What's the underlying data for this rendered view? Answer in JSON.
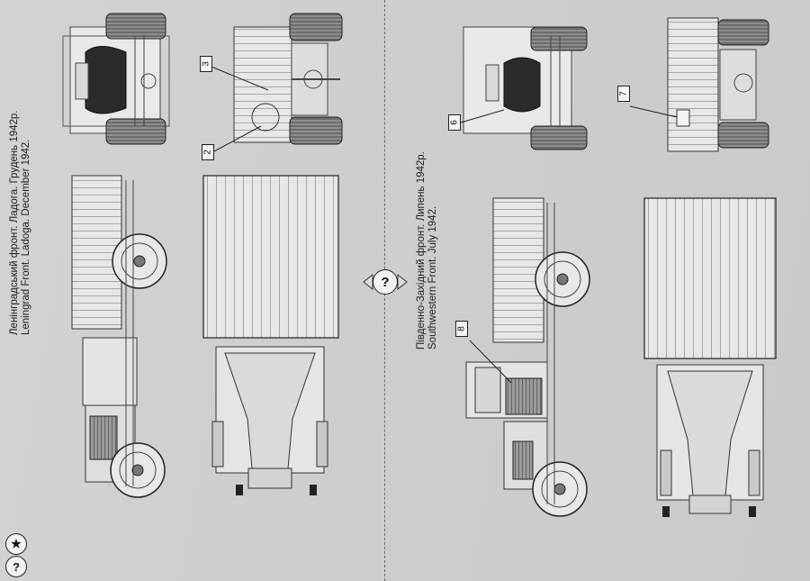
{
  "left_scheme": {
    "caption_ua": "Ленінградський фронт. Ладога. Грудень 1942р.",
    "caption_en": "Leningrad Front. Ladoga. December 1942.",
    "callouts": [
      "3",
      "2"
    ]
  },
  "right_scheme": {
    "caption_ua": "Південно-Західний фронт. Липень 1942р.",
    "caption_en": "Southwestern  Front. July 1942.",
    "callouts": [
      "6",
      "7",
      "8"
    ]
  },
  "center_badge": "?",
  "corner_badges": [
    "★",
    "?"
  ],
  "icons": [
    "star-icon",
    "question-icon"
  ]
}
